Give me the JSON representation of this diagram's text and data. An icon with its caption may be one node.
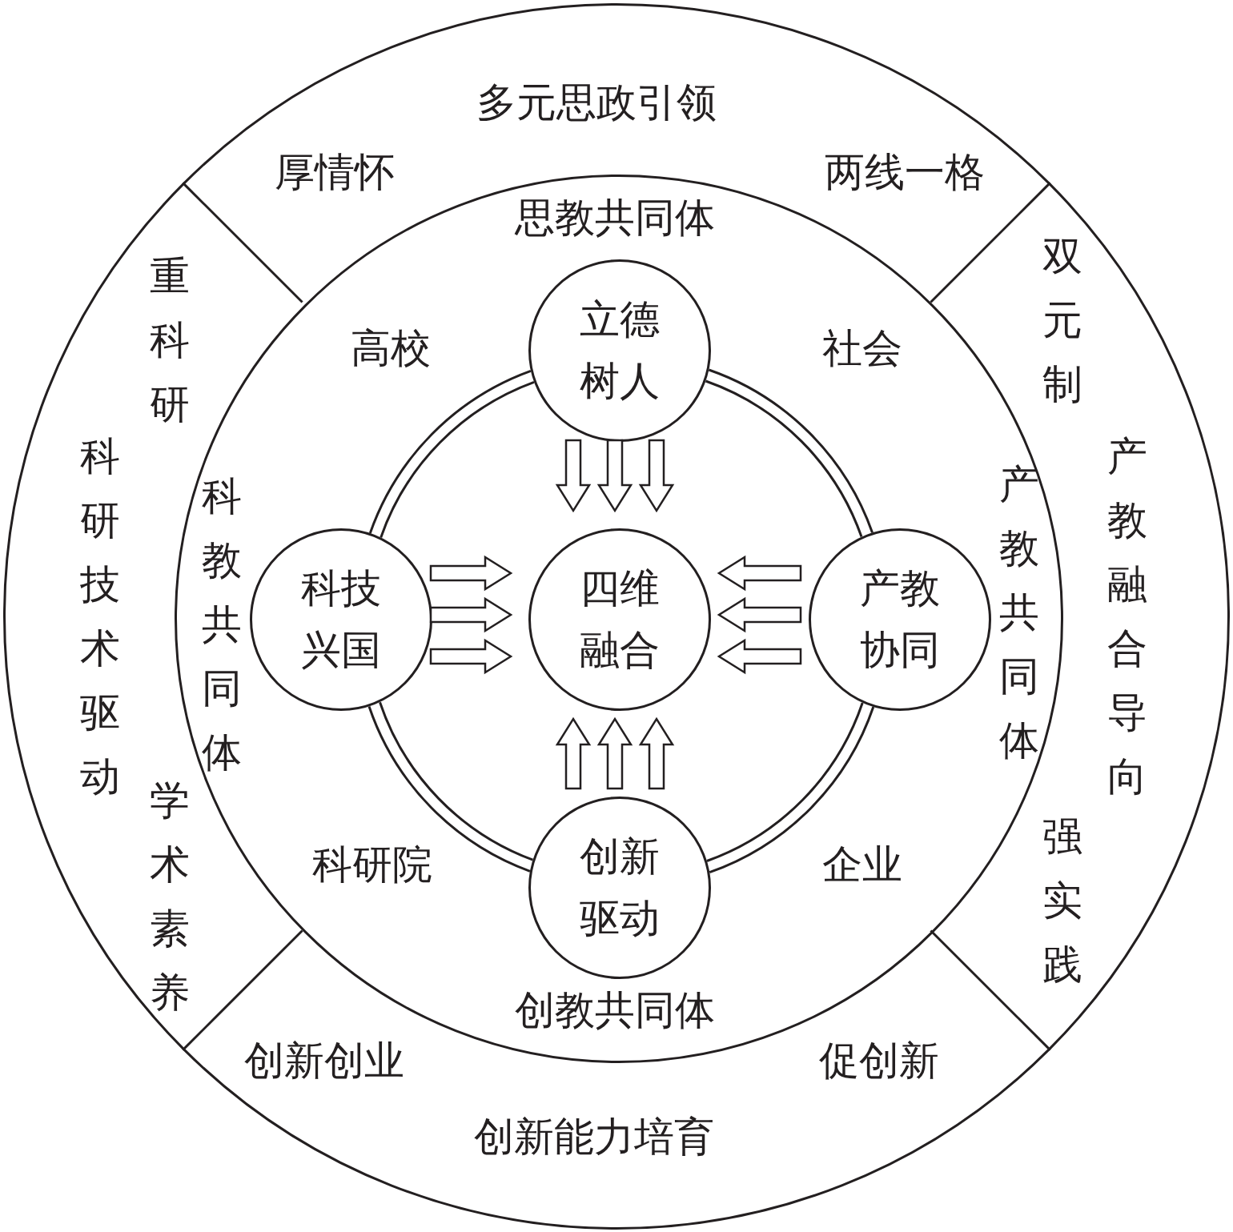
{
  "diagram": {
    "nodes": [
      {
        "text": [],
        "shape": "circle"
      },
      {
        "text": [],
        "shape": "circle",
        "in": 0
      },
      {
        "text": [],
        "shape": "circle",
        "in": 1
      },
      {
        "text": [
          "立德树人"
        ],
        "in": 1
      },
      {
        "text": [
          "科技兴国"
        ],
        "in": 1
      },
      {
        "text": [
          "四维融合"
        ],
        "in": 2
      },
      {
        "text": [
          "产教协同"
        ],
        "in": 1
      },
      {
        "text": [
          "创新驱动"
        ],
        "in": 1
      }
    ],
    "edges": [
      {
        "from": 3,
        "to": 5,
        "arrow": "to"
      },
      {
        "from": 3,
        "to": 5,
        "arrow": "to"
      },
      {
        "from": 3,
        "to": 5,
        "arrow": "to"
      },
      {
        "from": 4,
        "to": 5,
        "arrow": "to"
      },
      {
        "from": 4,
        "to": 5,
        "arrow": "to"
      },
      {
        "from": 4,
        "to": 5,
        "arrow": "to"
      },
      {
        "from": 6,
        "to": 5,
        "arrow": "to"
      },
      {
        "from": 6,
        "to": 5,
        "arrow": "to"
      },
      {
        "from": 6,
        "to": 5,
        "arrow": "to"
      },
      {
        "from": 7,
        "to": 5,
        "arrow": "to"
      },
      {
        "from": 7,
        "to": 5,
        "arrow": "to"
      },
      {
        "from": 7,
        "to": 5,
        "arrow": "to"
      }
    ],
    "labels": [
      "多元思政引领",
      "厚情怀",
      "两线一格",
      "思教共同体",
      "重科研",
      "双元制",
      "高校",
      "社会",
      "科研技术驱动",
      "科教共同体",
      "产教共同体",
      "产教融合导向",
      "学术素养",
      "强实践",
      "科研院",
      "企业",
      "创教共同体",
      "创新创业",
      "促创新",
      "创新能力培育"
    ]
  }
}
